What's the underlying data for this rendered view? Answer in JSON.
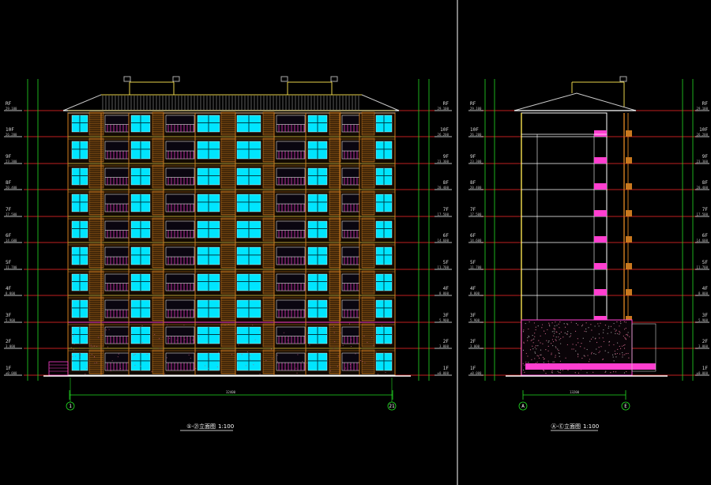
{
  "drawing": {
    "colors": {
      "background": "#000000",
      "wall_orange": "#c8781e",
      "window_cyan": "#00e5ff",
      "balcony_magenta": "#ff3fd0",
      "level_line_red": "#ff2a2a",
      "dimension_green": "#22dd22",
      "outline_white": "#ffffff",
      "roof_grey": "#b8b8b8"
    },
    "floors": [
      "1F",
      "2F",
      "3F",
      "4F",
      "5F",
      "6F",
      "7F",
      "8F",
      "9F",
      "10F",
      "RF"
    ],
    "elevations": [
      "±0.000",
      "3.000",
      "5.900",
      "8.800",
      "11.700",
      "14.600",
      "17.500",
      "20.400",
      "23.300",
      "26.200",
      "29.100"
    ],
    "front": {
      "title": "①-㉑立面图",
      "scale": "1:100",
      "axis_left": "1",
      "axis_right": "21",
      "overall_dimension": "32400"
    },
    "side": {
      "title": "Ⓐ-Ⓔ立面图",
      "scale": "1:100",
      "axis_left": "A",
      "axis_right": "E",
      "overall_dimension": "13200"
    }
  }
}
